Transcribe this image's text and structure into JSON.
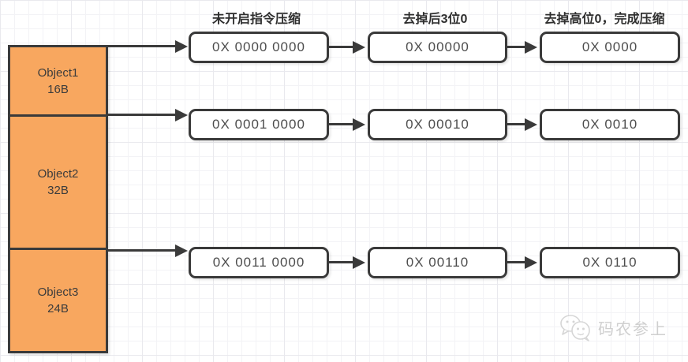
{
  "headers": [
    {
      "label": "未开启指令压缩"
    },
    {
      "label": "去掉后3位0"
    },
    {
      "label": "去掉高位0，完成压缩"
    }
  ],
  "memory_column": {
    "objects": [
      {
        "name": "Object1",
        "size": "16B"
      },
      {
        "name": "Object2",
        "size": "32B"
      },
      {
        "name": "Object3",
        "size": "24B"
      }
    ]
  },
  "address_rows": [
    {
      "uncompressed": "0X 0000 0000",
      "trailing_removed": "0X 00000",
      "compressed": "0X 0000"
    },
    {
      "uncompressed": "0X 0001 0000",
      "trailing_removed": "0X 00010",
      "compressed": "0X 0010"
    },
    {
      "uncompressed": "0X 0011 0000",
      "trailing_removed": "0X 00110",
      "compressed": "0X 0110"
    }
  ],
  "watermark": {
    "text": "码农参上",
    "icon": "wechat-icon"
  },
  "colors": {
    "object_fill": "#f8a75f",
    "stroke": "#3a3a3a",
    "box_text": "#4d4d4d",
    "header_text": "#2f2f2f",
    "watermark": "#cfcfcf"
  }
}
